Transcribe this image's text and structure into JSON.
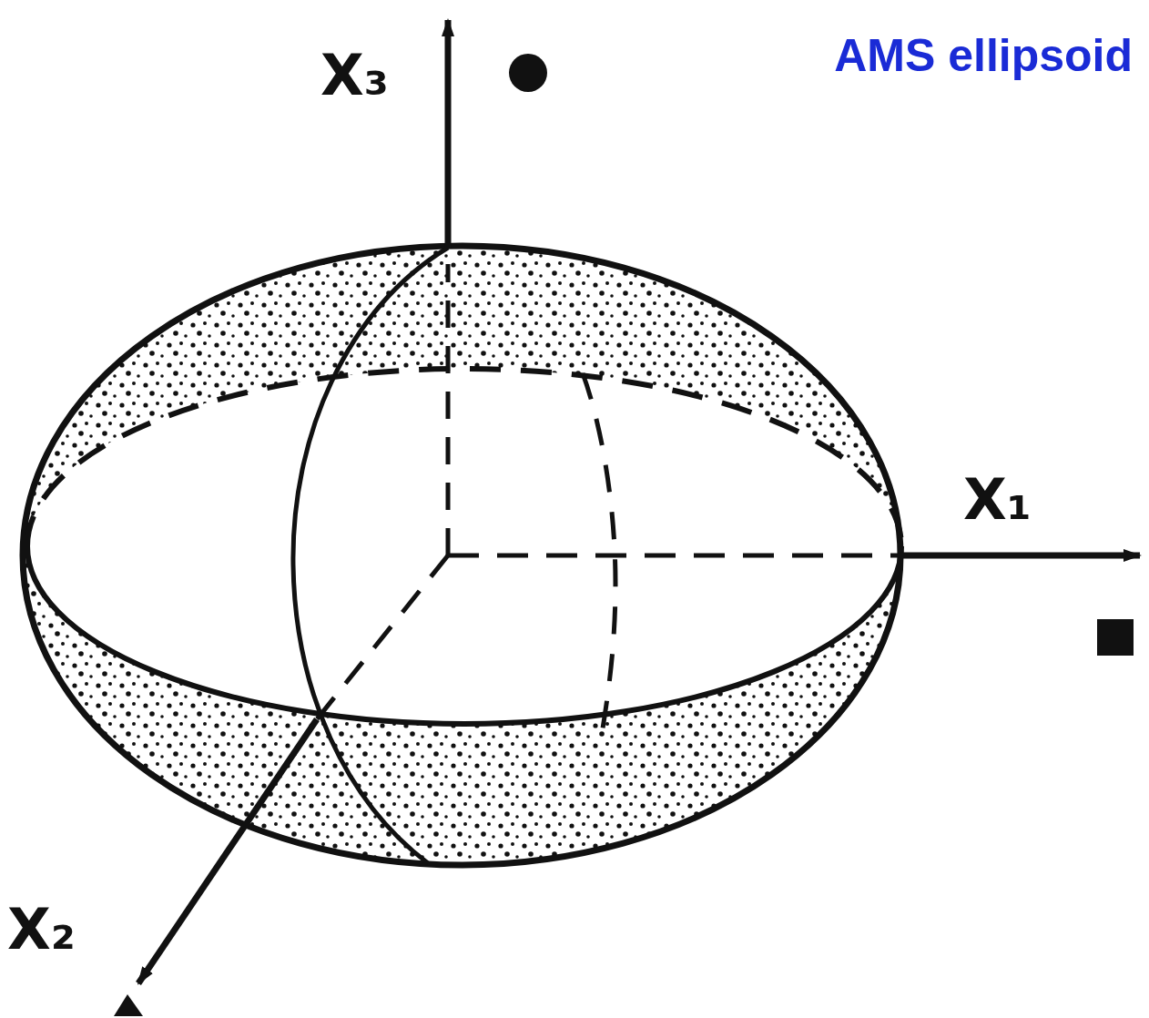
{
  "diagram": {
    "title": "AMS ellipsoid",
    "labels": [
      "X₃",
      "X₁",
      "X₂"
    ]
  }
}
